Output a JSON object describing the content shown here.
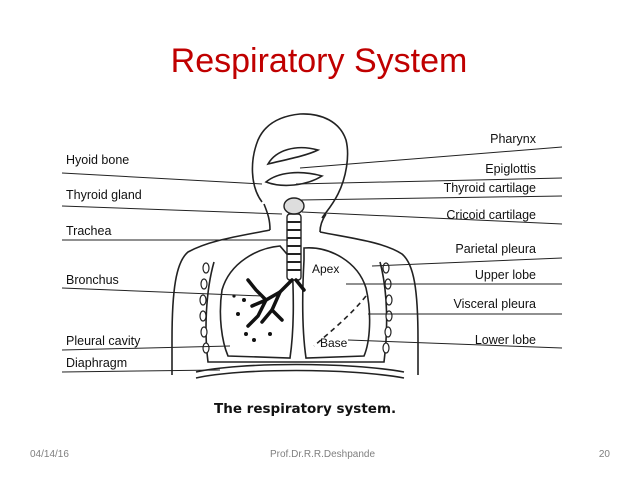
{
  "slide": {
    "title": "Respiratory System",
    "footer_date": "04/14/16",
    "footer_author": "Prof.Dr.R.R.Deshpande",
    "page_number": "20"
  },
  "diagram": {
    "left_labels": [
      "Hyoid bone",
      "Thyroid gland",
      "Trachea",
      "Bronchus",
      "Pleural cavity",
      "Diaphragm"
    ],
    "right_labels": [
      "Pharynx",
      "Epiglottis",
      "Thyroid cartilage",
      "Cricoid cartilage",
      "Parietal pleura",
      "Upper lobe",
      "Visceral pleura",
      "Lower lobe"
    ],
    "inner_labels": [
      "Apex",
      "Base"
    ],
    "caption": "The respiratory system."
  }
}
